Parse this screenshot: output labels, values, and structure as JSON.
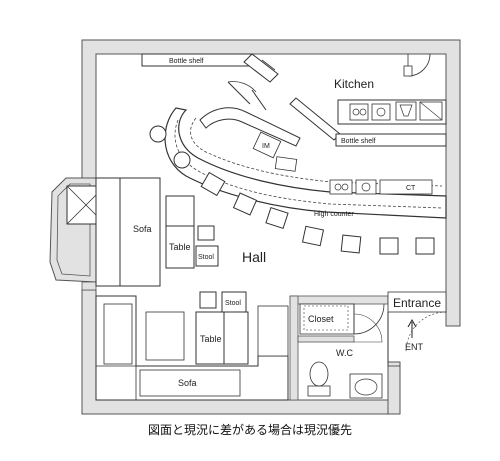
{
  "rooms": {
    "hall": "Hall",
    "kitchen": "Kitchen",
    "wc": "W.C",
    "closet": "Closet",
    "entrance": "Entrance"
  },
  "furniture": {
    "bottle_shelf_top": "Bottle shelf",
    "bottle_shelf_right": "Bottle shelf",
    "high_counter": "High counter",
    "ice_machine": "IM",
    "cooler": "CT",
    "sofa_left": "Sofa",
    "sofa_bottom": "Sofa",
    "table_upper": "Table",
    "table_lower": "Table",
    "stool_upper": "Stool",
    "stool_lower": "Stool"
  },
  "markers": {
    "entrance_arrow": "ENT"
  },
  "caption": "図面と現況に差がある場合は現況優先"
}
